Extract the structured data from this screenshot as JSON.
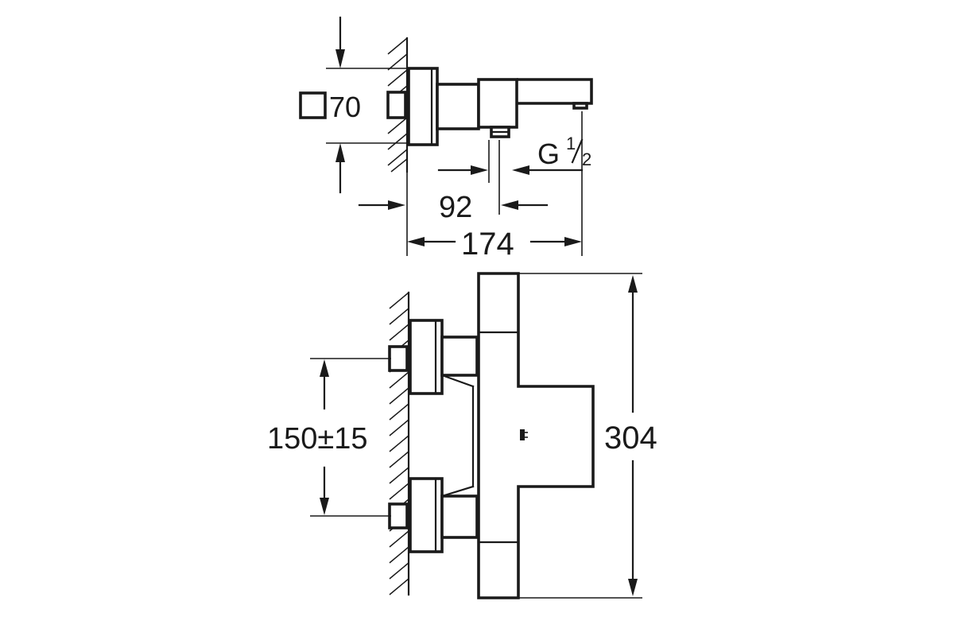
{
  "dimensions": {
    "square_size": "70",
    "thread_main": "G",
    "thread_num": "1",
    "thread_den": "2",
    "outlet_offset": "92",
    "projection": "174",
    "inlet_spacing": "150±15",
    "height": "304"
  }
}
